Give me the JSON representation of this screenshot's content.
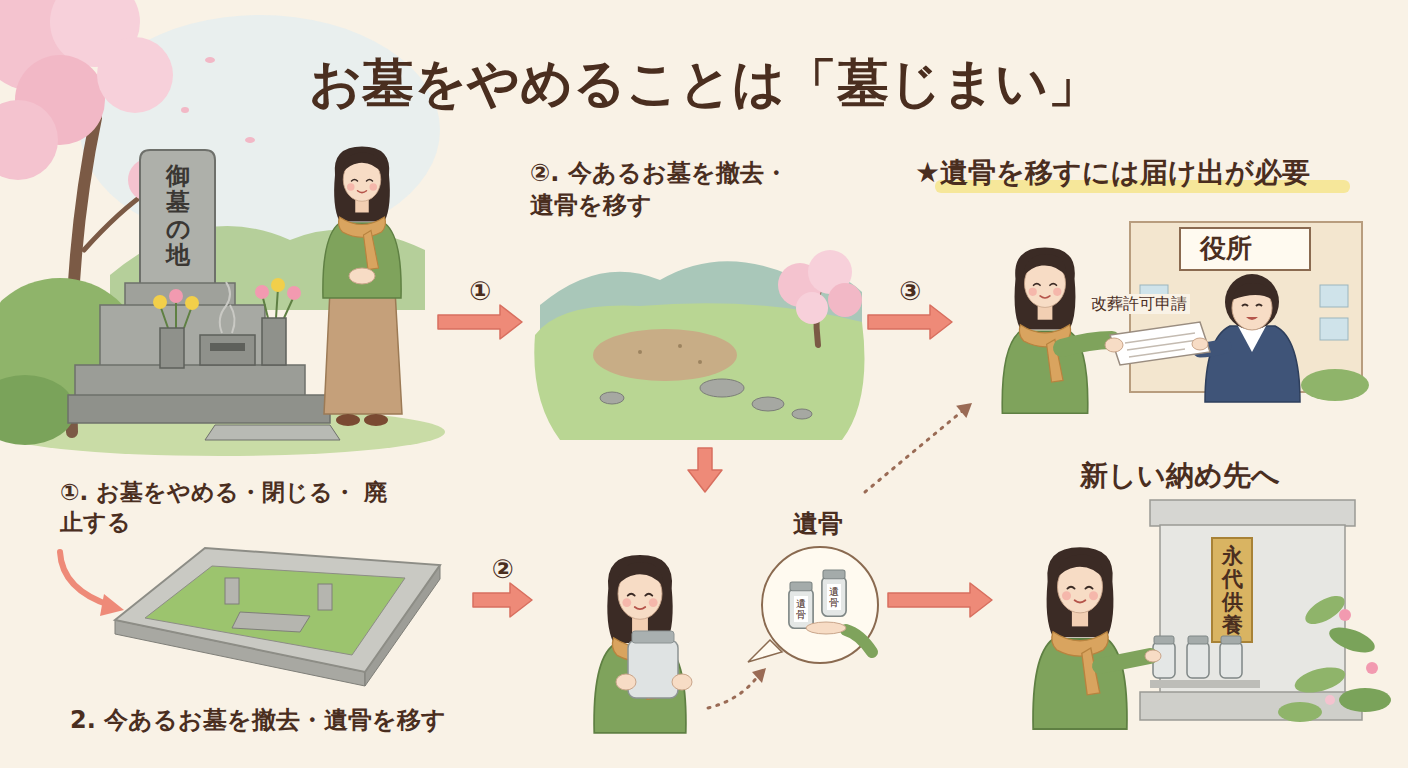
{
  "diagram": {
    "title": "お墓をやめることは「墓じまい」",
    "nodes": [
      {
        "text": [
          "御墓の地"
        ]
      },
      {
        "text": [
          "②. 今あるお墓を撤去・ 遺骨を移す"
        ]
      },
      {
        "text": [
          "★遺骨を移すには届け出が必要",
          "役所",
          "改葬許可申請"
        ]
      },
      {
        "text": [
          "①. お墓をやめる・閉じる・ 廃止する",
          "2. 今あるお墓を撤去・遺骨を移す"
        ]
      },
      {
        "text": [
          "遺骨",
          "遺骨",
          "遺骨"
        ]
      },
      {
        "text": [
          "新しい納め先へ",
          "永代供養"
        ]
      }
    ],
    "edges": [
      {
        "from": 0,
        "to": 1,
        "label": "①",
        "arrow": "to"
      },
      {
        "from": 1,
        "to": 2,
        "label": "③",
        "arrow": "to"
      },
      {
        "from": 3,
        "to": 4,
        "label": "②",
        "arrow": "to"
      },
      {
        "from": 1,
        "to": 4,
        "arrow": "to"
      },
      {
        "from": 4,
        "to": 2,
        "arrow": "to"
      },
      {
        "from": 4,
        "to": 5,
        "arrow": "to"
      }
    ]
  }
}
